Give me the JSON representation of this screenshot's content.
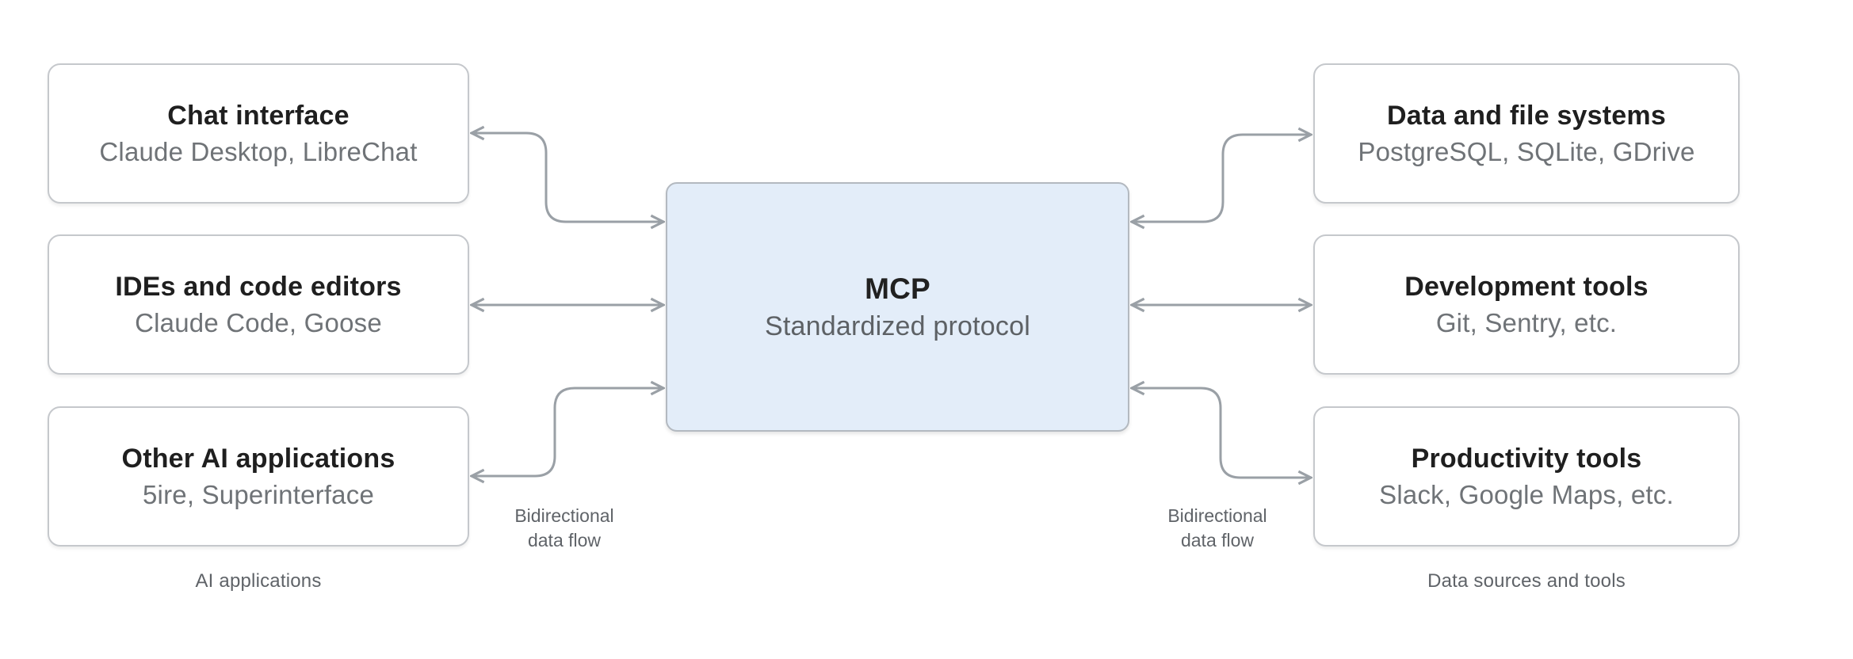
{
  "diagram": {
    "left_group": {
      "caption": "AI applications",
      "boxes": [
        {
          "title": "Chat interface",
          "subtitle": "Claude Desktop, LibreChat"
        },
        {
          "title": "IDEs and code editors",
          "subtitle": "Claude Code, Goose"
        },
        {
          "title": "Other AI applications",
          "subtitle": "5ire, Superinterface"
        }
      ]
    },
    "center": {
      "title": "MCP",
      "subtitle": "Standardized protocol"
    },
    "right_group": {
      "caption": "Data sources and tools",
      "boxes": [
        {
          "title": "Data and file systems",
          "subtitle": "PostgreSQL, SQLite, GDrive"
        },
        {
          "title": "Development tools",
          "subtitle": "Git, Sentry, etc."
        },
        {
          "title": "Productivity tools",
          "subtitle": "Slack, Google Maps, etc."
        }
      ]
    },
    "labels": {
      "bidirectional_left": "Bidirectional data flow",
      "bidirectional_right": "Bidirectional data flow"
    },
    "colors": {
      "mcp_fill": "#e3edf9",
      "mcp_border": "#b3b9c0",
      "box_border": "#c5c8cc",
      "connector": "#9aa0a6",
      "title_text": "#1f1f1f",
      "subtitle_text": "#6f7377",
      "caption_text": "#5f6368"
    }
  }
}
